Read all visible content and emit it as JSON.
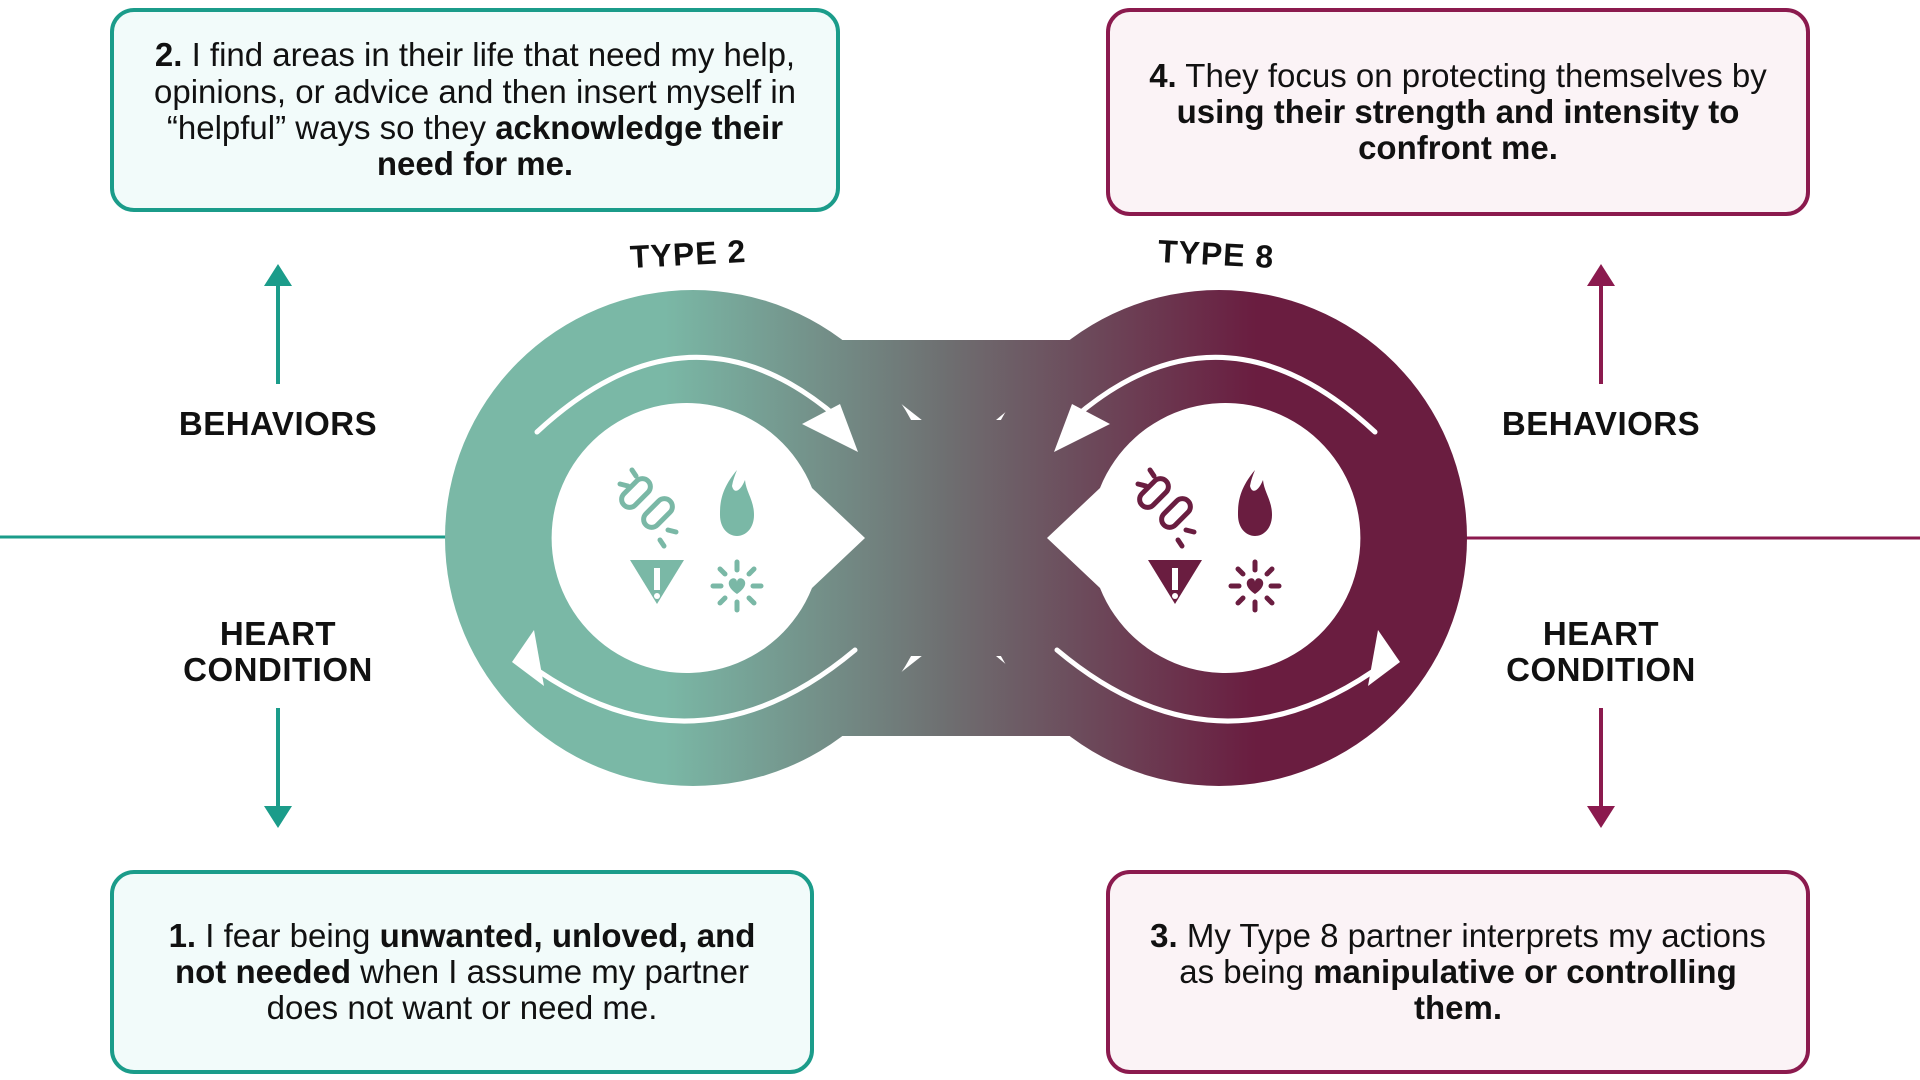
{
  "colors": {
    "teal": "#1b9c8a",
    "teal_light": "#7ab8a6",
    "plum": "#8b1a4e",
    "plum_dark": "#6a1d40"
  },
  "types": {
    "left": "TYPE 2",
    "right": "TYPE 8"
  },
  "labels": {
    "left_behaviors": "BEHAVIORS",
    "left_heart_1": "HEART",
    "left_heart_2": "CONDITION",
    "right_behaviors": "BEHAVIORS",
    "right_heart_1": "HEART",
    "right_heart_2": "CONDITION"
  },
  "box2": {
    "num": "2.",
    "text_a": " I find areas in their life that need my help, opinions, or advice and then insert myself in “helpful” ways so they ",
    "bold": "acknowledge their need for me."
  },
  "box4": {
    "num": "4.",
    "text_a": " They focus on protecting themselves by ",
    "bold": "using their strength and intensity to confront me."
  },
  "box1": {
    "num": "1.",
    "text_a": " I fear being ",
    "bold": "unwanted, unloved, and not needed",
    "text_b": " when I assume my partner does not want or need me."
  },
  "box3": {
    "num": "3.",
    "text_a": " My Type 8 partner interprets my actions as being ",
    "bold": "manipulative or controlling them."
  },
  "icons": [
    "broken-chain-icon",
    "flame-icon",
    "warning-icon",
    "heart-burst-icon"
  ]
}
